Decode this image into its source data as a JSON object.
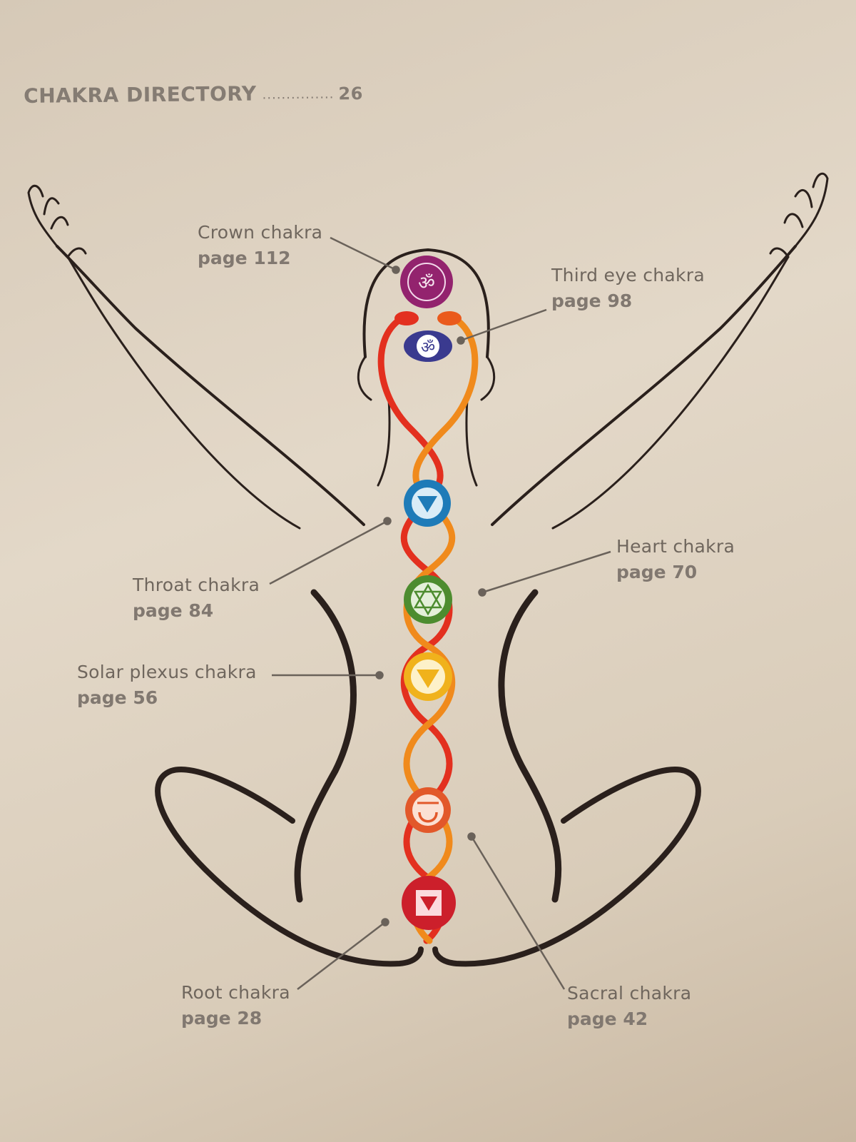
{
  "heading": {
    "title": "CHAKRA DIRECTORY",
    "leader": "...............",
    "page": "26"
  },
  "chakras": [
    {
      "name": "Crown chakra",
      "page": "page 112",
      "color": "#93236e"
    },
    {
      "name": "Third eye chakra",
      "page": "page 98",
      "color": "#3a3a8f"
    },
    {
      "name": "Throat chakra",
      "page": "page 84",
      "color": "#1e7bb8"
    },
    {
      "name": "Heart chakra",
      "page": "page 70",
      "color": "#4d8c2f"
    },
    {
      "name": "Solar plexus chakra",
      "page": "page 56",
      "color": "#f0b21c"
    },
    {
      "name": "Sacral chakra",
      "page": "page 42",
      "color": "#e2582a"
    },
    {
      "name": "Root chakra",
      "page": "page 28",
      "color": "#cc1f2b"
    }
  ],
  "colors": {
    "outline": "#2a201c",
    "serpent_red": "#e63a22",
    "serpent_orange": "#f08a1c",
    "leader_line": "#6a625a",
    "text": "#6f665d"
  }
}
